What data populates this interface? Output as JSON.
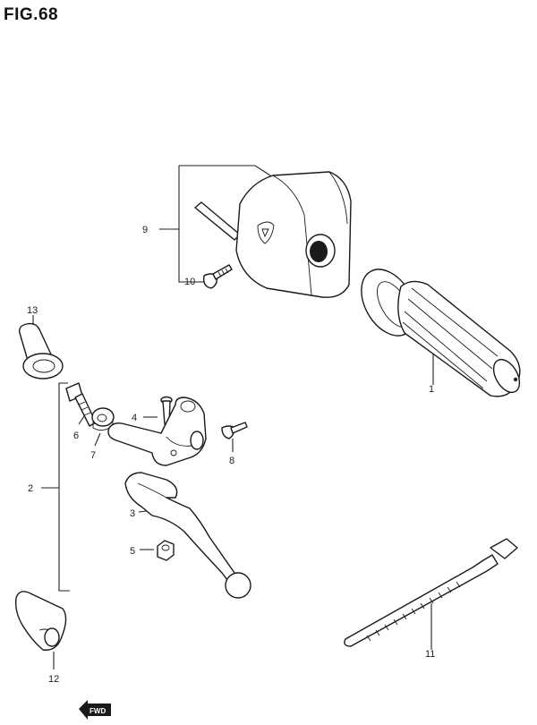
{
  "figure": {
    "title": "FIG.68"
  },
  "callouts": {
    "c1": "1",
    "c2": "2",
    "c3": "3",
    "c4": "4",
    "c5": "5",
    "c6": "6",
    "c7": "7",
    "c8": "8",
    "c9": "9",
    "c10": "10",
    "c11": "11",
    "c12": "12",
    "c13": "13"
  },
  "fwd": "FWD"
}
